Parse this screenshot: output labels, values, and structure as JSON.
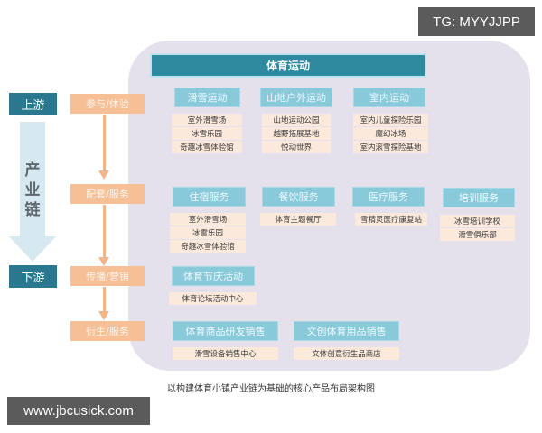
{
  "watermarks": {
    "top_right": "TG: MYYJJPP",
    "bottom_left": "www.jbcusick.com"
  },
  "left": {
    "upstream": "上游",
    "downstream": "下游",
    "chain_label": "产\n业\n链",
    "steps": [
      "参与/体验",
      "配套/服务",
      "传播/营销",
      "衍生/服务"
    ]
  },
  "panel": {
    "title": "体育运动",
    "rows": [
      {
        "categories": [
          {
            "label": "滑雪运动",
            "items": [
              "室外滑雪场",
              "冰雪乐园",
              "奇趣冰雪体验馆"
            ]
          },
          {
            "label": "山地户外运动",
            "items": [
              "山地运动公园",
              "越野拓展基地",
              "悦动世界"
            ]
          },
          {
            "label": "室内运动",
            "items": [
              "室内儿童探险乐园",
              "魔幻冰场",
              "室内滚雪探险基地"
            ]
          }
        ]
      },
      {
        "categories": [
          {
            "label": "住宿服务",
            "items": [
              "室外滑雪场",
              "冰雪乐园",
              "奇趣冰雪体验馆"
            ]
          },
          {
            "label": "餐饮服务",
            "items": [
              "体育主题餐厅"
            ]
          },
          {
            "label": "医疗服务",
            "items": [
              "雪精灵医疗康复站"
            ]
          },
          {
            "label": "培训服务",
            "items": [
              "冰雪培训学校",
              "滑雪俱乐部"
            ]
          }
        ]
      },
      {
        "categories": [
          {
            "label": "体育节庆活动",
            "items": [
              "体育论坛活动中心"
            ]
          }
        ]
      },
      {
        "categories": [
          {
            "label": "体育商品研发销售",
            "items": [
              "滑雪设备销售中心"
            ]
          },
          {
            "label": "文创体育用品销售",
            "items": [
              "文体创意衍生品商店"
            ]
          }
        ]
      }
    ]
  },
  "caption": "以构建体育小镇产业链为基础的核心产品布局架构图",
  "colors": {
    "header": "#2e8a9e",
    "category": "#88c9da",
    "item": "#fbe9dc",
    "step": "#f6bf95",
    "stage": "#2a7890",
    "panel": "#e4e0ec"
  }
}
